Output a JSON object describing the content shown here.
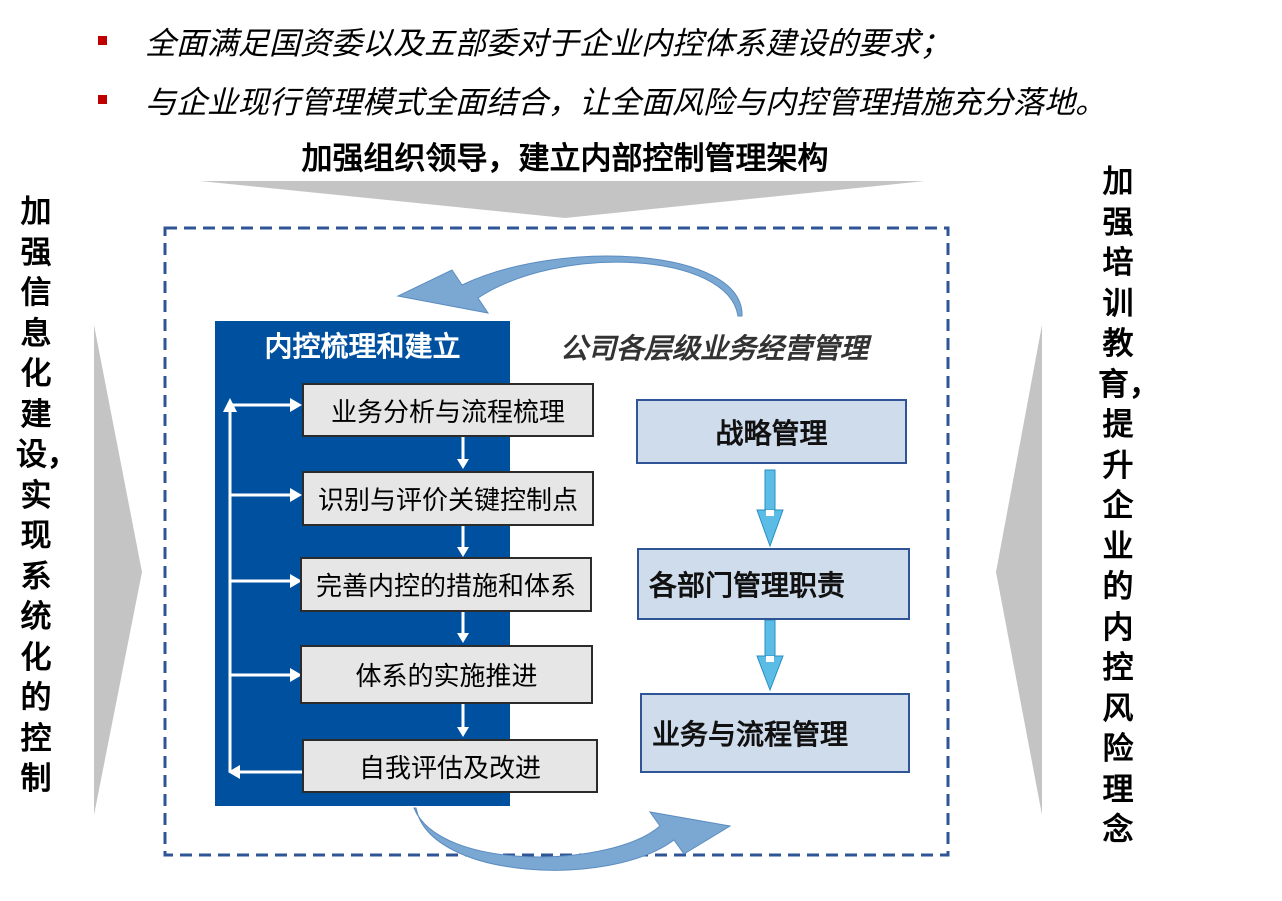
{
  "bullets": [
    {
      "text": "全面满足国资委以及五部委对于企业内控体系建设的要求；"
    },
    {
      "text": "与企业现行管理模式全面结合，让全面风险与内控管理措施充分落地。"
    }
  ],
  "top_title": "加强组织领导，建立内部控制管理架构",
  "left_side": "加强信息化建设，实现系统化的控制",
  "right_side": "加强培训教育，提升企业的内控风险理念",
  "panel": {
    "title": "内控梳理和建立",
    "steps": [
      "业务分析与流程梳理",
      "识别与评价关键控制点",
      "完善内控的措施和体系",
      "体系的实施推进",
      "自我评估及改进"
    ]
  },
  "management": {
    "title": "公司各层级业务经营管理",
    "boxes": [
      "战略管理",
      "各部门管理职责",
      "业务与流程管理"
    ]
  },
  "colors": {
    "bullet_red": "#c00000",
    "panel_blue": "#0050a0",
    "box_fill": "#cfdcec",
    "box_border": "#2f5597",
    "arrow_cyan": "#5bbde6",
    "gray_arrow": "#c4c4c4",
    "dash_border": "#2f5597",
    "cycle_arrow": "#7ba7d3"
  }
}
